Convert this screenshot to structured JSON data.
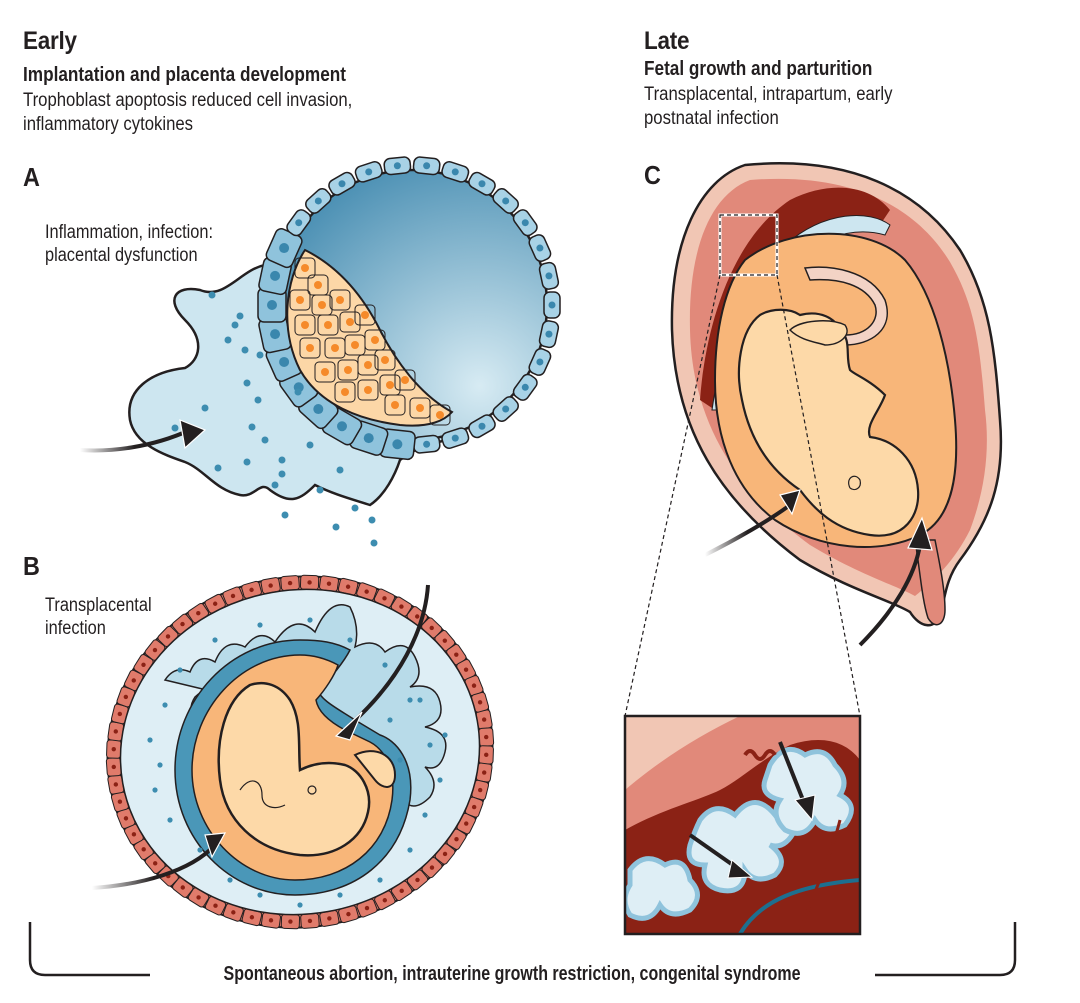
{
  "early": {
    "title": "Early",
    "subtitle": "Implantation and placenta development",
    "description_lines": [
      "Trophoblast apoptosis reduced cell invasion,",
      "inflammatory cytokines"
    ]
  },
  "late": {
    "title": "Late",
    "subtitle": "Fetal growth and parturition",
    "description_lines": [
      "Transplacental, intrapartum, early",
      "postnatal infection"
    ]
  },
  "panels": {
    "a": {
      "letter": "A",
      "caption_lines": [
        "Inflammation, infection:",
        "placental dysfunction"
      ]
    },
    "b": {
      "letter": "B",
      "caption_lines": [
        "Transplacental",
        "infection"
      ]
    },
    "c": {
      "letter": "C"
    }
  },
  "outcome": "Spontaneous abortion, intrauterine growth restriction, congenital syndrome",
  "colors": {
    "ink": "#231f20",
    "blastocyst_blue": "#5ea3c3",
    "cell_blue": "#8fc3dc",
    "fluid_blue": "#cde6f0",
    "trophoblast_peach": "#fcd7a7",
    "nucleus_orange": "#f58a2a",
    "amnion_orange": "#f8b679",
    "fetus_skin": "#fdd9a8",
    "uterus_pink": "#f1c6b4",
    "myometrium_salmon": "#e1897a",
    "decidua_red": "#8b2215",
    "chorion_teal": "#3d8db0",
    "maternal_cell_red": "#e07b6b"
  }
}
